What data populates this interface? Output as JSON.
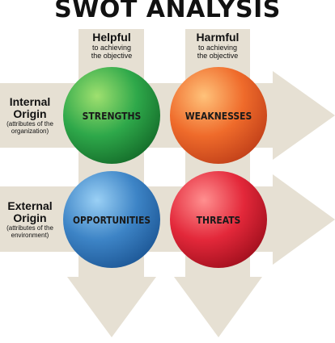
{
  "title": "SWOT ANALYSIS",
  "columns": [
    {
      "heading": "Helpful",
      "sub_line1": "to achieving",
      "sub_line2": "the objective"
    },
    {
      "heading": "Harmful",
      "sub_line1": "to achieving",
      "sub_line2": "the objective"
    }
  ],
  "rows": [
    {
      "heading_line1": "Internal",
      "heading_line2": "Origin",
      "sub_line1": "(attributes of the",
      "sub_line2": "organization)"
    },
    {
      "heading_line1": "External",
      "heading_line2": "Origin",
      "sub_line1": "(attributes of the",
      "sub_line2": "environment)"
    }
  ],
  "quadrants": [
    {
      "label": "STRENGTHS",
      "color": "#2ea84a"
    },
    {
      "label": "WEAKNESSES",
      "color": "#ef6b2b"
    },
    {
      "label": "OPPORTUNITIES",
      "color": "#3d84c6"
    },
    {
      "label": "THREATS",
      "color": "#e3283a"
    }
  ],
  "arrow_color": "#e6e0d3"
}
